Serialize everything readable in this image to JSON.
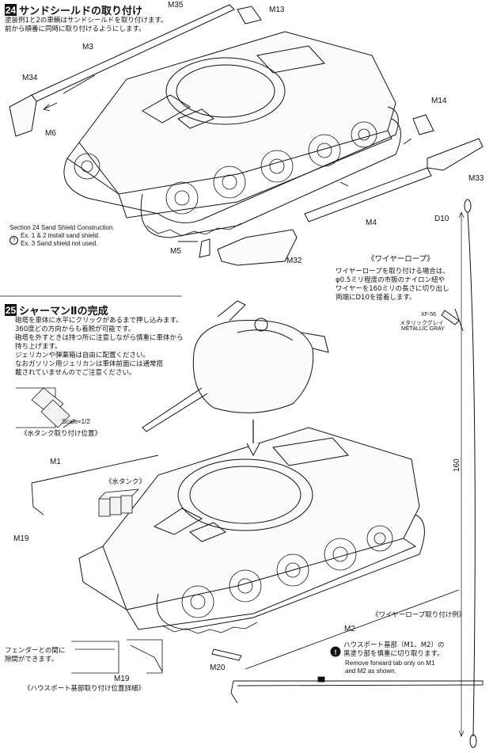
{
  "step24": {
    "number": "24",
    "title": "サンドシールドの取り付け",
    "note_lines": [
      "塗装例1と2の車輌はサンドシールドを取り付けます。",
      "前から順番に同時に取り付けるようにします。"
    ],
    "english_title": "Section 24 Sand Shield Construction.",
    "english_lines": [
      "Ex. 1 & 2 install sand shield.",
      "Ex. 3 Sand shield not used."
    ]
  },
  "step25": {
    "number": "25",
    "title": "シャーマンⅡの完成",
    "note_lines": [
      "砲塔を車体に水平にクリックがあるまで押し込みます。",
      "360度どの方向からも着脱が可能です。",
      "砲塔を外すときは持つ所に注意しながら慎重に車体から",
      "持ち上げます。",
      "ジェリカンや弾薬箱は自由に配置ください。",
      "なおガソリン用ジェリカンは車体前面には通常搭",
      "載されていませんのでご注意ください。"
    ]
  },
  "parts": {
    "m35": "M35",
    "m13": "M13",
    "m3": "M3",
    "m34": "M34",
    "m6": "M6",
    "m14": "M14",
    "m33": "M33",
    "m4": "M4",
    "d10": "D10",
    "m5": "M5",
    "m32": "M32",
    "m1": "M1",
    "m19a": "M19",
    "m19b": "M19",
    "m2": "M2",
    "m20": "M20"
  },
  "wire_rope": {
    "title": "《ワイヤーロープ》",
    "lines": [
      "ワイヤーロープを取り付ける場合は、",
      "φ0.5ミリ程度の市販のナイロン紐や",
      "ワイヤーを160ミリの長さに切り出し",
      "両端にD10を接着します。"
    ],
    "length": "160",
    "paint_code": "XF-56",
    "paint_jp": "メタリックグレイ",
    "paint_en": "METALLIC GRAY",
    "example_label": "《ワイヤーロープ取り付け例》"
  },
  "water_tank": {
    "scale": "Scale=1/2",
    "position_label": "《水タンク取り付け位置》",
    "tank_label": "《水タンク》"
  },
  "housing": {
    "fender_lines": [
      "フェンダーとの間に",
      "隙間ができます。"
    ],
    "detail_label": "《ハウスポート基部取り付け位置詳細》",
    "note_jp": [
      "ハウスポート基部（M1、M2）の",
      "黒塗り部を慎重に切り取ります。"
    ],
    "note_en": [
      "Remove forward tab only on M1",
      "and M2 as shown."
    ]
  },
  "colors": {
    "ink": "#111111",
    "paper": "#ffffff",
    "tank_fill": "#f4f4f4"
  }
}
